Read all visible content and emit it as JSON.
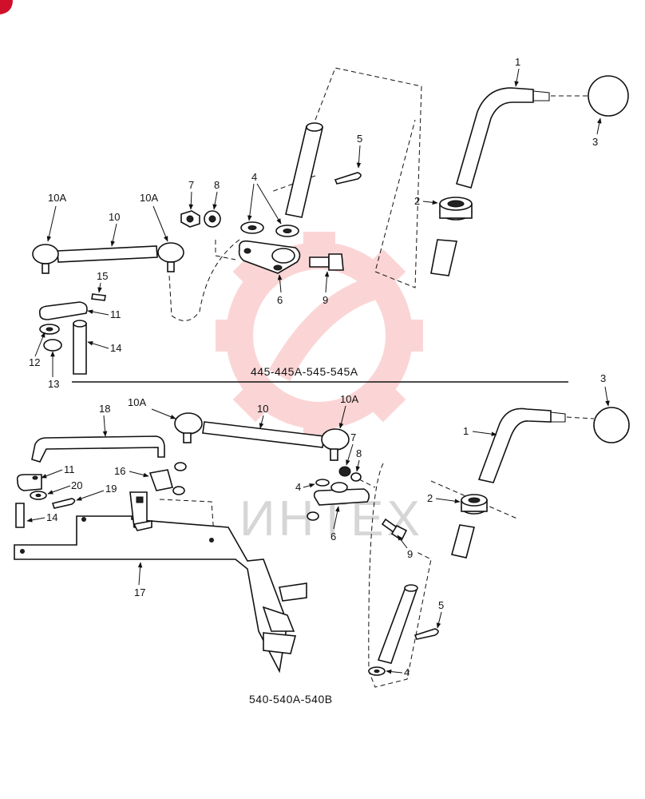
{
  "watermark": {
    "text": "ИНТЕХ",
    "color": "#f36b6b"
  },
  "top_section": {
    "caption": "445-445A-545-545A",
    "labels": {
      "l1": "1",
      "l2": "2",
      "l3": "3",
      "l4": "4",
      "l5": "5",
      "l6": "6",
      "l7": "7",
      "l8": "8",
      "l9": "9",
      "l10": "10",
      "l10a_left": "10A",
      "l10a_right": "10A",
      "l11": "11",
      "l12": "12",
      "l13": "13",
      "l14": "14",
      "l15": "15"
    }
  },
  "bottom_section": {
    "caption": "540-540A-540B",
    "labels": {
      "l1": "1",
      "l2": "2",
      "l3": "3",
      "l4a": "4",
      "l4b": "4",
      "l5": "5",
      "l6": "6",
      "l7": "7",
      "l8": "8",
      "l9": "9",
      "l10": "10",
      "l10a_left": "10A",
      "l10a_right": "10A",
      "l11": "11",
      "l14": "14",
      "l16": "16",
      "l17": "17",
      "l18": "18",
      "l19": "19",
      "l20": "20"
    }
  }
}
